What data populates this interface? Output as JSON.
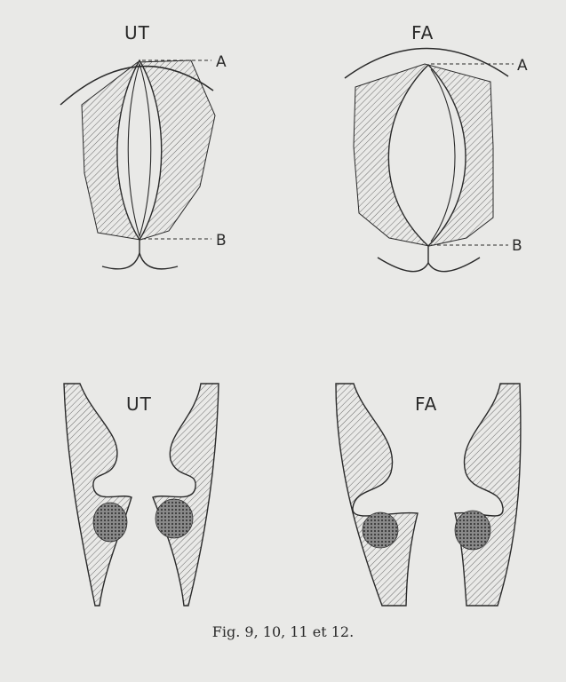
{
  "figures": {
    "top_left": {
      "label": "UT",
      "point_a": "A",
      "point_b": "B"
    },
    "top_right": {
      "label": "FA",
      "point_a": "A",
      "point_b": "B"
    },
    "bottom_left": {
      "label": "UT"
    },
    "bottom_right": {
      "label": "FA"
    }
  },
  "caption": "Fig. 9, 10, 11 et 12.",
  "colors": {
    "background": "#e9e9e7",
    "ink": "#2a2a2a",
    "hatch": "#6a6a6a"
  }
}
